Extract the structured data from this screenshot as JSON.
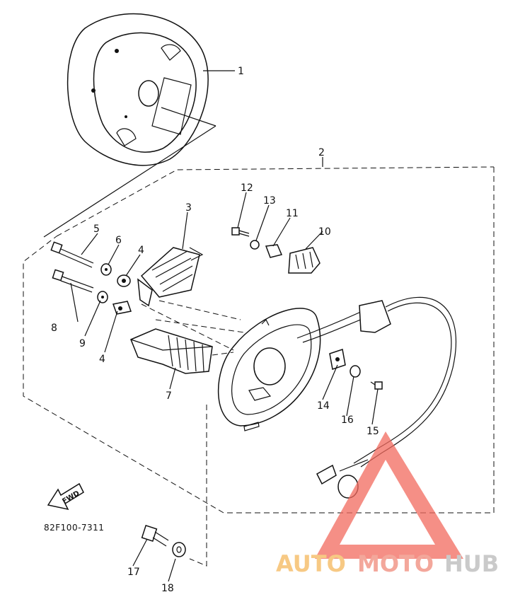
{
  "diagram": {
    "code": "82F100-7311",
    "fwd_label": "FWD",
    "callouts": [
      "1",
      "2",
      "3",
      "4",
      "4",
      "5",
      "6",
      "7",
      "8",
      "9",
      "10",
      "11",
      "12",
      "13",
      "14",
      "15",
      "16",
      "17",
      "18"
    ]
  },
  "watermark": {
    "auto": "AUTO",
    "moto": "MOTO",
    "hub": "HUB",
    "colors": {
      "auto": "#f5b85c",
      "moto": "#f08a7a",
      "hub": "#b9b9b9",
      "triangle": "#f26a5e"
    }
  }
}
